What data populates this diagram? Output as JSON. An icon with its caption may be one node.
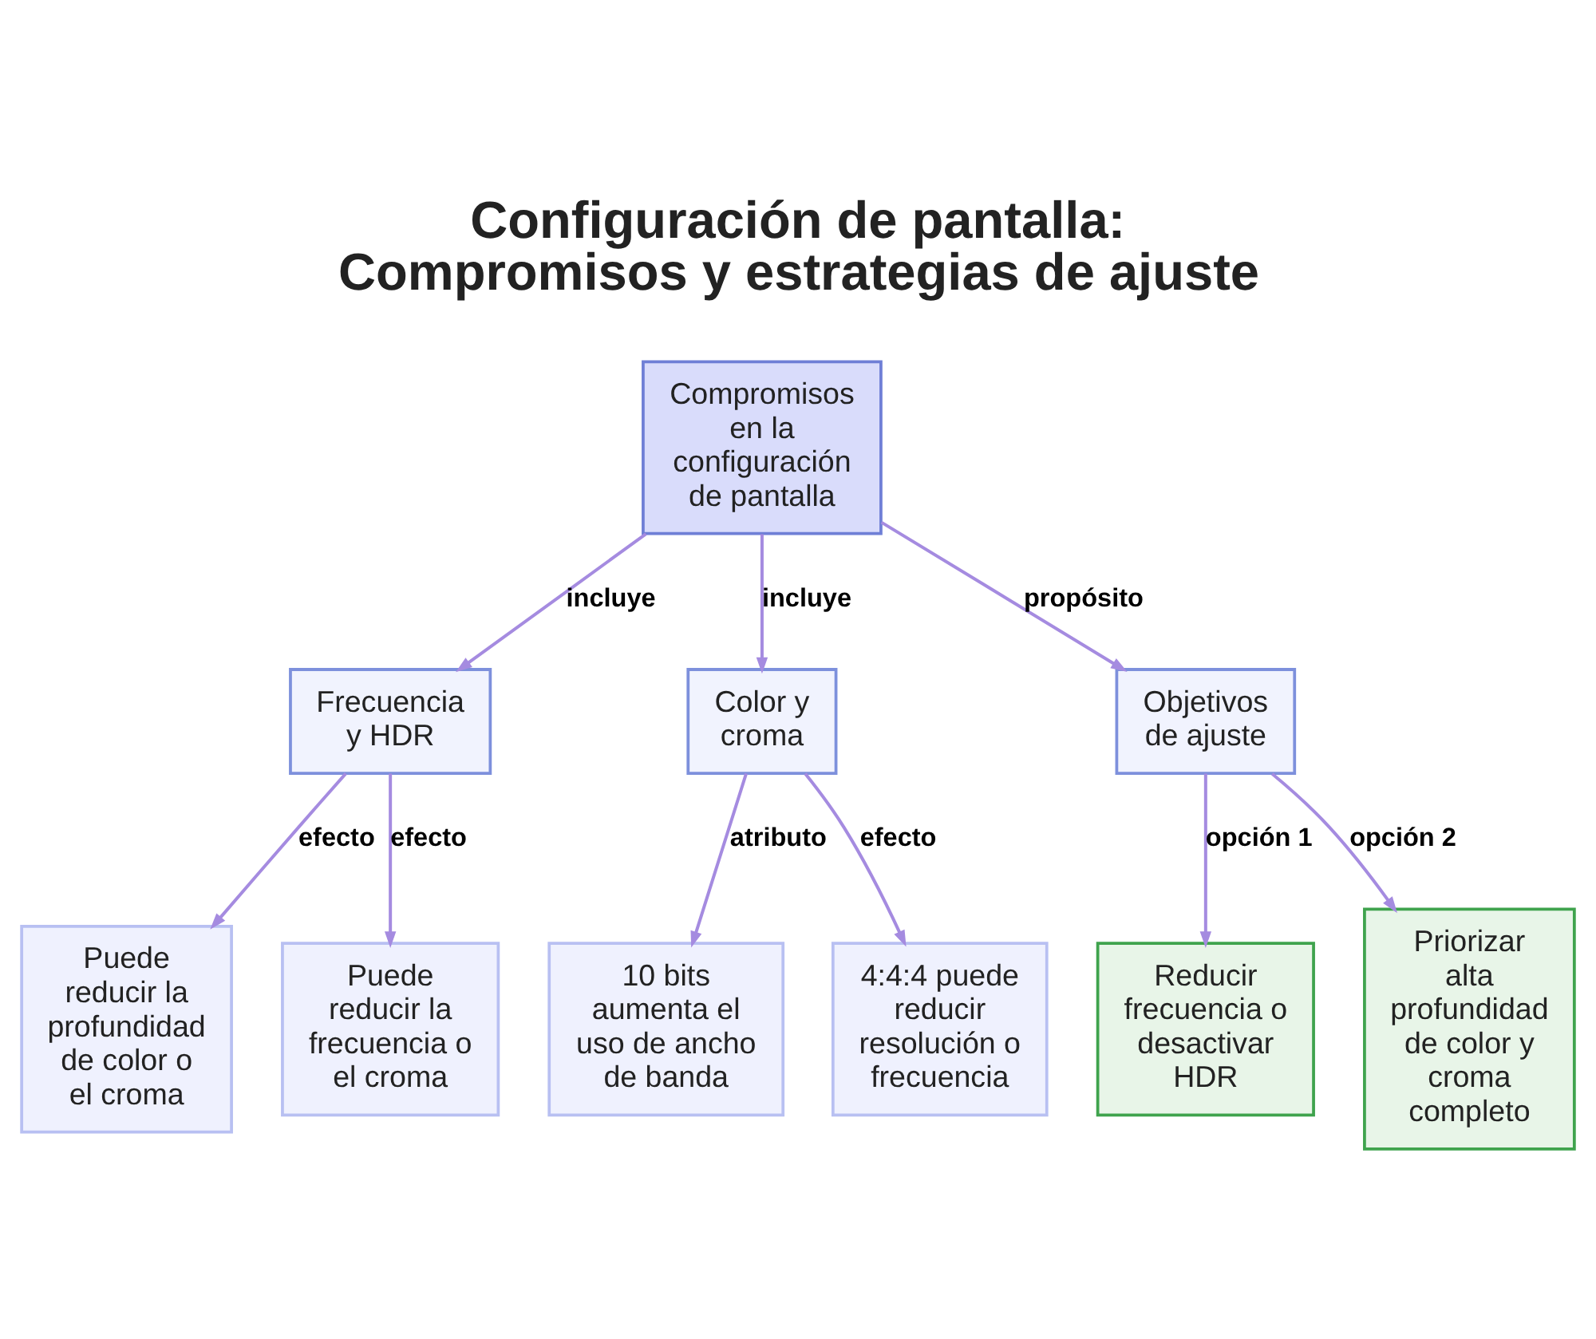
{
  "diagram": {
    "title": "Configuración de pantalla: Compromisos y estrategias de ajuste",
    "nodes": [
      {
        "text": [
          "Compromisos en la configuración de pantalla"
        ]
      },
      {
        "text": [
          "Frecuencia y HDR"
        ]
      },
      {
        "text": [
          "Color y croma"
        ]
      },
      {
        "text": [
          "Objetivos de ajuste"
        ]
      },
      {
        "text": [
          "Puede reducir la profundidad de color o el croma"
        ]
      },
      {
        "text": [
          "Puede reducir la frecuencia o el croma"
        ]
      },
      {
        "text": [
          "10 bits aumenta el uso de ancho de banda"
        ]
      },
      {
        "text": [
          "4:4:4 puede reducir resolución o frecuencia"
        ]
      },
      {
        "text": [
          "Reducir frecuencia o desactivar HDR"
        ]
      },
      {
        "text": [
          "Priorizar alta profundidad de color y croma completo"
        ]
      }
    ],
    "edges": [
      {
        "from": 0,
        "to": 1,
        "arrow": "to",
        "label": "incluye"
      },
      {
        "from": 0,
        "to": 2,
        "arrow": "to",
        "label": "incluye"
      },
      {
        "from": 0,
        "to": 3,
        "arrow": "to",
        "label": "propósito"
      },
      {
        "from": 1,
        "to": 4,
        "arrow": "to",
        "label": "efecto"
      },
      {
        "from": 1,
        "to": 5,
        "arrow": "to",
        "label": "efecto"
      },
      {
        "from": 2,
        "to": 6,
        "arrow": "to",
        "label": "atributo"
      },
      {
        "from": 2,
        "to": 7,
        "arrow": "to",
        "label": "efecto"
      },
      {
        "from": 3,
        "to": 8,
        "arrow": "to",
        "label": "opción 1"
      },
      {
        "from": 3,
        "to": 9,
        "arrow": "to",
        "label": "opción 2"
      }
    ]
  }
}
